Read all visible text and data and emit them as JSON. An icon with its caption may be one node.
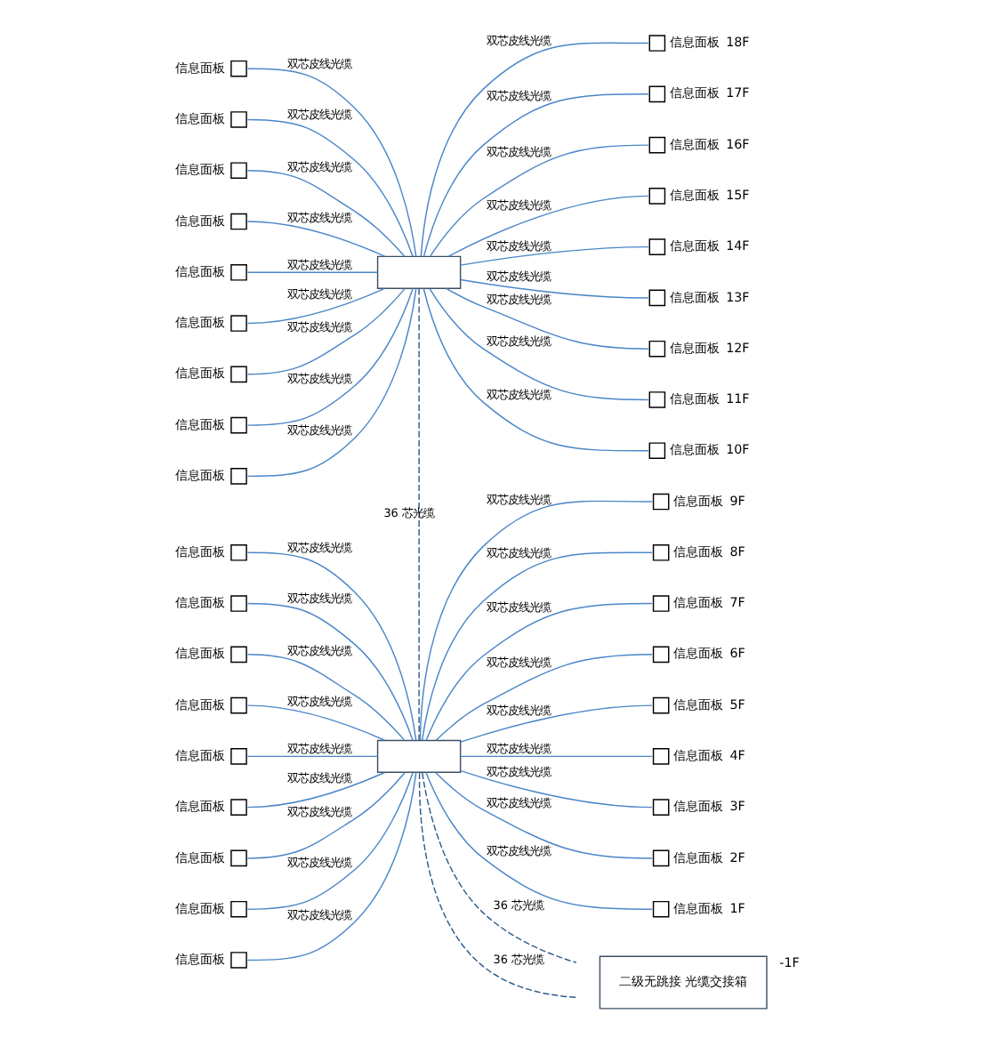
{
  "diagram": {
    "nodes": [
      {
        "text": [],
        "shape": "box"
      },
      {
        "text": [],
        "shape": "box",
        "beside": [
          "信息面板"
        ]
      },
      {
        "text": [],
        "shape": "box",
        "beside": [
          "信息面板"
        ]
      },
      {
        "text": [],
        "shape": "box",
        "beside": [
          "信息面板"
        ]
      },
      {
        "text": [],
        "shape": "box",
        "beside": [
          "信息面板"
        ]
      },
      {
        "text": [],
        "shape": "box",
        "beside": [
          "信息面板"
        ]
      },
      {
        "text": [],
        "shape": "box",
        "beside": [
          "信息面板"
        ]
      },
      {
        "text": [],
        "shape": "box",
        "beside": [
          "信息面板"
        ]
      },
      {
        "text": [],
        "shape": "box",
        "beside": [
          "信息面板"
        ]
      },
      {
        "text": [],
        "shape": "box",
        "beside": [
          "信息面板"
        ]
      },
      {
        "text": [],
        "shape": "box",
        "beside": [
          "信息面板",
          "18F"
        ]
      },
      {
        "text": [],
        "shape": "box",
        "beside": [
          "信息面板",
          "17F"
        ]
      },
      {
        "text": [],
        "shape": "box",
        "beside": [
          "信息面板",
          "16F"
        ]
      },
      {
        "text": [],
        "shape": "box",
        "beside": [
          "信息面板",
          "15F"
        ]
      },
      {
        "text": [],
        "shape": "box",
        "beside": [
          "信息面板",
          "14F"
        ]
      },
      {
        "text": [],
        "shape": "box",
        "beside": [
          "信息面板",
          "13F"
        ]
      },
      {
        "text": [],
        "shape": "box",
        "beside": [
          "信息面板",
          "12F"
        ]
      },
      {
        "text": [],
        "shape": "box",
        "beside": [
          "信息面板",
          "11F"
        ]
      },
      {
        "text": [],
        "shape": "box",
        "beside": [
          "信息面板",
          "10F"
        ]
      },
      {
        "text": [],
        "shape": "box"
      },
      {
        "text": [],
        "shape": "box",
        "beside": [
          "信息面板"
        ]
      },
      {
        "text": [],
        "shape": "box",
        "beside": [
          "信息面板"
        ]
      },
      {
        "text": [],
        "shape": "box",
        "beside": [
          "信息面板"
        ]
      },
      {
        "text": [],
        "shape": "box",
        "beside": [
          "信息面板"
        ]
      },
      {
        "text": [],
        "shape": "box",
        "beside": [
          "信息面板"
        ]
      },
      {
        "text": [],
        "shape": "box",
        "beside": [
          "信息面板"
        ]
      },
      {
        "text": [],
        "shape": "box",
        "beside": [
          "信息面板"
        ]
      },
      {
        "text": [],
        "shape": "box",
        "beside": [
          "信息面板"
        ]
      },
      {
        "text": [],
        "shape": "box",
        "beside": [
          "信息面板"
        ]
      },
      {
        "text": [],
        "shape": "box",
        "beside": [
          "信息面板",
          "9F"
        ]
      },
      {
        "text": [],
        "shape": "box",
        "beside": [
          "信息面板",
          "8F"
        ]
      },
      {
        "text": [],
        "shape": "box",
        "beside": [
          "信息面板",
          "7F"
        ]
      },
      {
        "text": [],
        "shape": "box",
        "beside": [
          "信息面板",
          "6F"
        ]
      },
      {
        "text": [],
        "shape": "box",
        "beside": [
          "信息面板",
          "5F"
        ]
      },
      {
        "text": [],
        "shape": "box",
        "beside": [
          "信息面板",
          "4F"
        ]
      },
      {
        "text": [],
        "shape": "box",
        "beside": [
          "信息面板",
          "3F"
        ]
      },
      {
        "text": [],
        "shape": "box",
        "beside": [
          "信息面板",
          "2F"
        ]
      },
      {
        "text": [],
        "shape": "box",
        "beside": [
          "信息面板",
          "1F"
        ]
      },
      {
        "text": [
          "二级无跳接 光缆交接箱"
        ],
        "beside": [
          "-1F"
        ]
      }
    ],
    "edges": [
      {
        "from": 1,
        "to": 0,
        "arrow": "none",
        "label": "双芯皮线光缆"
      },
      {
        "from": 2,
        "to": 0,
        "arrow": "none",
        "label": "双芯皮线光缆"
      },
      {
        "from": 3,
        "to": 0,
        "arrow": "none",
        "label": "双芯皮线光缆"
      },
      {
        "from": 4,
        "to": 0,
        "arrow": "none",
        "label": "双芯皮线光缆"
      },
      {
        "from": 5,
        "to": 0,
        "arrow": "none",
        "label": "双芯皮线光缆"
      },
      {
        "from": 6,
        "to": 0,
        "arrow": "none",
        "label": "双芯皮线光缆"
      },
      {
        "from": 7,
        "to": 0,
        "arrow": "none",
        "label": "双芯皮线光缆"
      },
      {
        "from": 8,
        "to": 0,
        "arrow": "none",
        "label": "双芯皮线光缆"
      },
      {
        "from": 9,
        "to": 0,
        "arrow": "none",
        "label": "双芯皮线光缆"
      },
      {
        "from": 0,
        "to": 10,
        "arrow": "none",
        "label": "双芯皮线光缆"
      },
      {
        "from": 0,
        "to": 11,
        "arrow": "none",
        "label": "双芯皮线光缆"
      },
      {
        "from": 0,
        "to": 12,
        "arrow": "none",
        "label": "双芯皮线光缆"
      },
      {
        "from": 0,
        "to": 13,
        "arrow": "none",
        "label": "双芯皮线光缆"
      },
      {
        "from": 0,
        "to": 14,
        "arrow": "none",
        "label": "双芯皮线光缆"
      },
      {
        "from": 0,
        "to": 15,
        "arrow": "none",
        "label": "双芯皮线光缆"
      },
      {
        "from": 0,
        "to": 16,
        "arrow": "none",
        "label": "双芯皮线光缆"
      },
      {
        "from": 0,
        "to": 17,
        "arrow": "none",
        "label": "双芯皮线光缆"
      },
      {
        "from": 0,
        "to": 18,
        "arrow": "none",
        "label": "双芯皮线光缆"
      },
      {
        "from": 0,
        "to": 19,
        "arrow": "none",
        "label": "36 芯光缆",
        "style": "dashed",
        "color": "#2f5b8a"
      },
      {
        "from": 20,
        "to": 19,
        "arrow": "none",
        "label": "双芯皮线光缆"
      },
      {
        "from": 21,
        "to": 19,
        "arrow": "none",
        "label": "双芯皮线光缆"
      },
      {
        "from": 22,
        "to": 19,
        "arrow": "none",
        "label": "双芯皮线光缆"
      },
      {
        "from": 23,
        "to": 19,
        "arrow": "none",
        "label": "双芯皮线光缆"
      },
      {
        "from": 24,
        "to": 19,
        "arrow": "none",
        "label": "双芯皮线光缆"
      },
      {
        "from": 25,
        "to": 19,
        "arrow": "none",
        "label": "双芯皮线光缆"
      },
      {
        "from": 26,
        "to": 19,
        "arrow": "none",
        "label": "双芯皮线光缆"
      },
      {
        "from": 27,
        "to": 19,
        "arrow": "none",
        "label": "双芯皮线光缆"
      },
      {
        "from": 28,
        "to": 19,
        "arrow": "none",
        "label": "双芯皮线光缆"
      },
      {
        "from": 19,
        "to": 29,
        "arrow": "none",
        "label": "双芯皮线光缆"
      },
      {
        "from": 19,
        "to": 30,
        "arrow": "none",
        "label": "双芯皮线光缆"
      },
      {
        "from": 19,
        "to": 31,
        "arrow": "none",
        "label": "双芯皮线光缆"
      },
      {
        "from": 19,
        "to": 32,
        "arrow": "none",
        "label": "双芯皮线光缆"
      },
      {
        "from": 19,
        "to": 33,
        "arrow": "none",
        "label": "双芯皮线光缆"
      },
      {
        "from": 19,
        "to": 34,
        "arrow": "none",
        "label": "双芯皮线光缆"
      },
      {
        "from": 19,
        "to": 35,
        "arrow": "none",
        "label": "双芯皮线光缆"
      },
      {
        "from": 19,
        "to": 36,
        "arrow": "none",
        "label": "双芯皮线光缆"
      },
      {
        "from": 19,
        "to": 37,
        "arrow": "none",
        "label": "双芯皮线光缆"
      },
      {
        "from": 19,
        "to": 38,
        "arrow": "none",
        "label": "36 芯光缆",
        "style": "dashed",
        "color": "#2f5b8a"
      },
      {
        "from": 19,
        "to": 38,
        "arrow": "none",
        "label": "36 芯光缆",
        "style": "dashed",
        "color": "#2f5b8a"
      }
    ]
  }
}
